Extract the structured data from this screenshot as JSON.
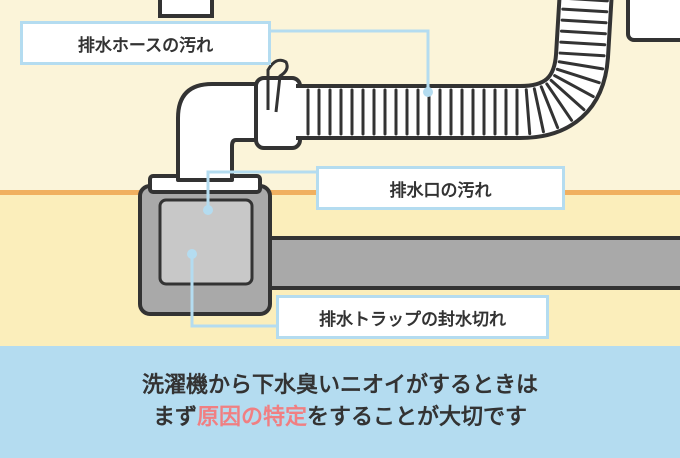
{
  "labels": {
    "hose": "排水ホースの汚れ",
    "outlet": "排水口の汚れ",
    "trap": "排水トラップの封水切れ"
  },
  "caption": {
    "line1": "洗濯機から下水臭いニオイがするときは",
    "line2_pre": "まず",
    "line2_highlight": "原因の特定",
    "line2_post": "をすることが大切です"
  },
  "colors": {
    "background": "#fbf4d9",
    "floor": "#fbeebb",
    "floor_line": "#f0b060",
    "callout_border": "#b4dcf0",
    "caption_band": "#b4dcf0",
    "highlight": "#f07f82",
    "pipe": "#a9a9a9",
    "outline": "#333333"
  }
}
